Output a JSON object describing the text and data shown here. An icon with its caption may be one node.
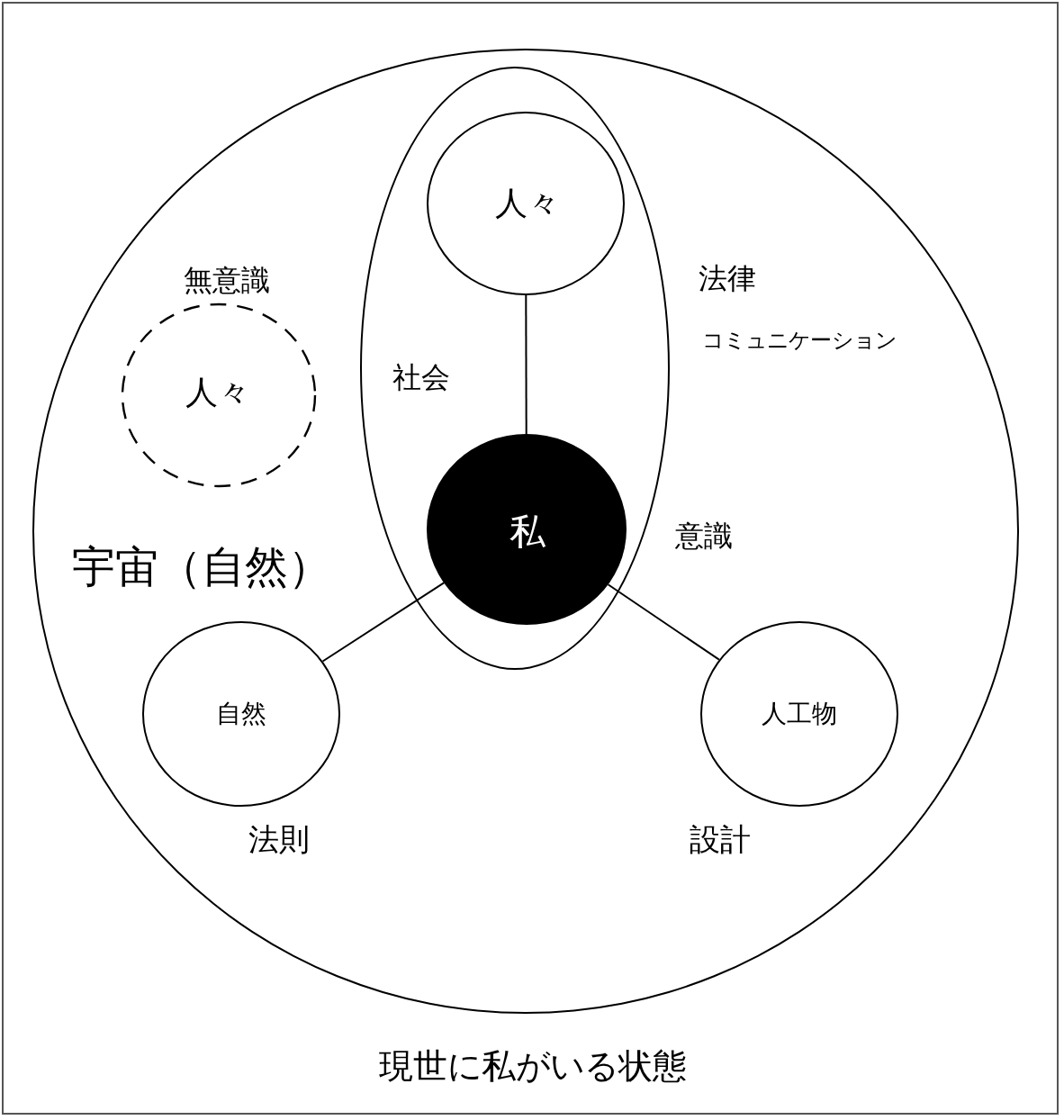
{
  "diagram": {
    "caption": "現世に私がいる状態",
    "nodes": [
      {
        "text": [
          "宇宙（自然）"
        ]
      },
      {
        "text": [
          "社会"
        ],
        "in": 0
      },
      {
        "text": [
          "人々"
        ],
        "in": 1
      },
      {
        "text": [
          "私"
        ],
        "in": 1
      },
      {
        "text": [
          "人々"
        ],
        "in": 0,
        "beside": [
          "無意識"
        ]
      },
      {
        "text": [
          "自然"
        ],
        "in": 0,
        "beside": [
          "法則"
        ]
      },
      {
        "text": [
          "人工物"
        ],
        "in": 0,
        "beside": [
          "設計"
        ]
      }
    ],
    "edges": [
      {
        "from": 2,
        "to": 3,
        "arrow": "none"
      },
      {
        "from": 3,
        "to": 5,
        "arrow": "none"
      },
      {
        "from": 3,
        "to": 6,
        "arrow": "none"
      }
    ],
    "labels": [
      "法律",
      "コミュニケーション",
      "意識"
    ]
  }
}
